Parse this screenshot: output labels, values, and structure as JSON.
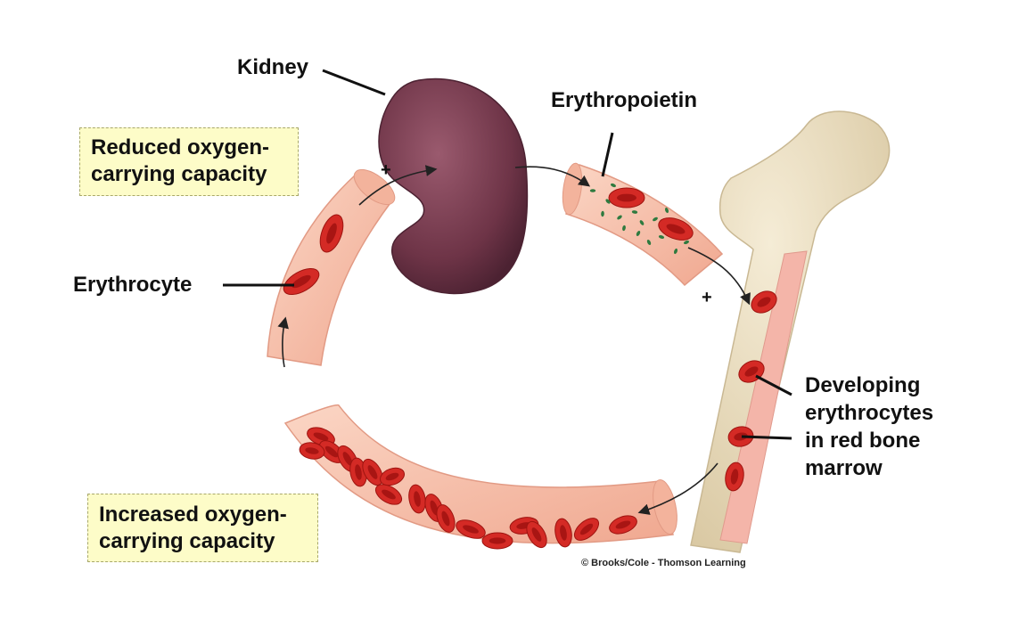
{
  "labels": {
    "kidney": "Kidney",
    "erythropoietin": "Erythropoietin",
    "erythrocyte": "Erythrocyte",
    "developing": [
      "Developing",
      "erythrocytes",
      "in red bone",
      "marrow"
    ]
  },
  "boxes": {
    "reduced": [
      "Reduced oxygen-",
      "carrying capacity"
    ],
    "increased": [
      "Increased oxygen-",
      "carrying capacity"
    ]
  },
  "signs": {
    "plus_kidney": "+",
    "plus_marrow": "+"
  },
  "credit": "© Brooks/Cole - Thomson Learning",
  "colors": {
    "vessel": "#f6c2ad",
    "vessel_edge": "#e29a84",
    "kidney": "#7a3f52",
    "kidney_dark": "#5a2a3b",
    "rbc": "#d42a25",
    "rbc_center": "#a81513",
    "bone": "#e9dcc0",
    "bone_edge": "#c9b893",
    "marrow": "#f4b5a9",
    "epo_dots": "#2f7a3f",
    "box_fill": "#fdfcc8"
  }
}
